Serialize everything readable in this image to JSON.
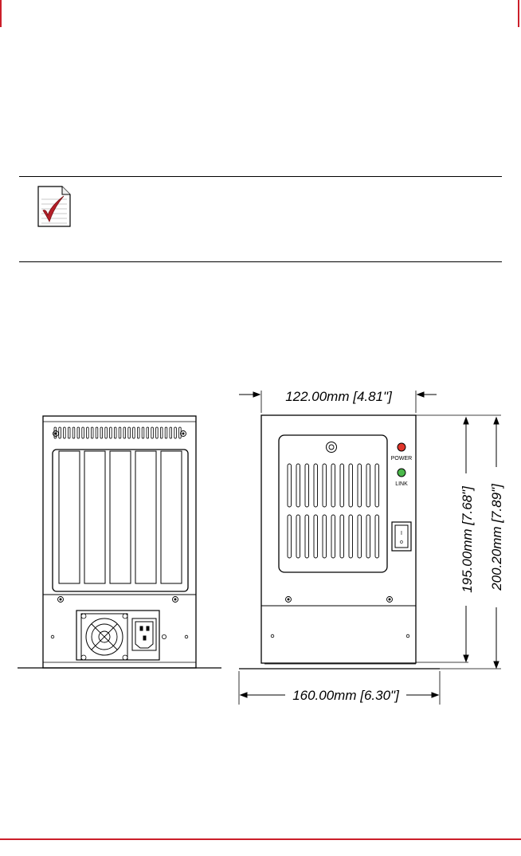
{
  "drawing": {
    "width_label": "122.00mm [4.81\"]",
    "depth_label": "160.00mm [6.30\"]",
    "height_label": "195.00mm [7.68\"]",
    "overall_height_label": "200.20mm [7.89\"]",
    "power_label": "POWER",
    "link_label": "LINK",
    "switch_on": "I",
    "switch_off": "o",
    "colors": {
      "accent": "#cc1f2a",
      "led_power": "#e0352b",
      "led_link": "#4bb84b"
    }
  }
}
